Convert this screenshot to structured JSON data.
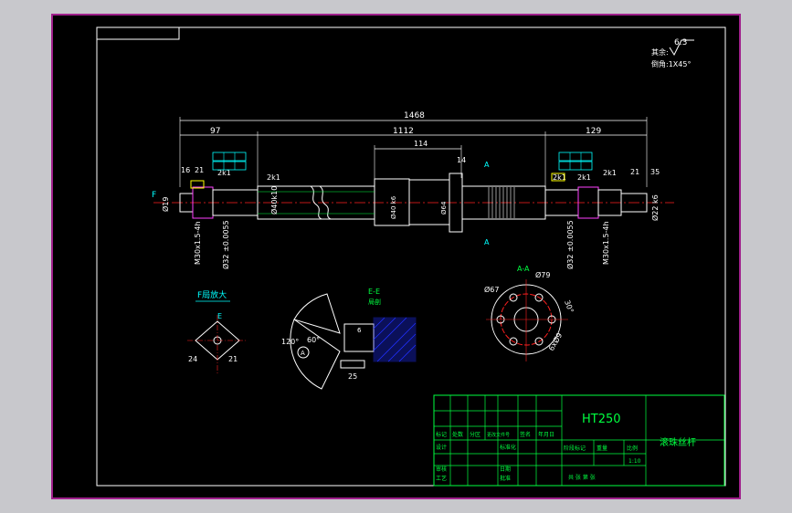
{
  "colors": {
    "background": "#000000",
    "frame": "#a0208c",
    "outline": "#ffffff",
    "dimension": "#ffffff",
    "centerline": "#ff2020",
    "hatch": "#2030ff",
    "section": "#00ff40",
    "table": "#00ff40",
    "label": "#00ffff",
    "highlight_box": "#ffff00",
    "pink": "#ff40ff"
  },
  "roughness": {
    "value": "6.3",
    "prefix": "其余:",
    "chamfer": "倒角:1X45°"
  },
  "dimensions": {
    "overall": "1468",
    "left_end": "97",
    "middle": "1112",
    "right_end": "129",
    "nut_pos": "114",
    "nut_w": "14",
    "d16": "16",
    "d21": "21",
    "k1_a": "2k1",
    "k1_b": "2k1",
    "k1_c": "2k1",
    "k1_d": "2k1",
    "k1_e": "2k1",
    "r21": "21",
    "r35": "35",
    "phi19": "Ø19",
    "thread_left": "M30x1.5-4h",
    "phi32_left": "Ø32 ±0.0055",
    "phi40": "Ø40k10",
    "phi32_right": "Ø32 ±0.0055",
    "thread_right": "M30x1.5-4h",
    "phi22": "Ø22 k6",
    "phi_mid": "Ø40 k6",
    "phi_nut": "Ø64"
  },
  "views": {
    "enlarge_title": "F局放大",
    "enlarge_e": "E",
    "enlarge_24": "24",
    "enlarge_21": "21",
    "ee_title": "E-E",
    "ee_sub": "局剖",
    "ee_angle1": "120°",
    "ee_angle2": "60°",
    "ee_a": "A",
    "ee_25": "25",
    "ee_6": "6",
    "aa_title": "A-A",
    "aa_d79": "Ø79",
    "aa_d67": "Ø67",
    "aa_30": "30°",
    "aa_6x": "6xØ9"
  },
  "section_marks": {
    "a_top": "A",
    "a_bottom": "A",
    "f": "F"
  },
  "title_block": {
    "material": "HT250",
    "part_name": "滚珠丝杆",
    "row1": [
      "标记",
      "处数",
      "分区",
      "更改文件号",
      "签名",
      "年月日"
    ],
    "designer": "设计",
    "standard": "标准化",
    "review": "审核",
    "process": "工艺",
    "stage": "阶段标记",
    "weight": "重量",
    "scale_label": "比例",
    "scale": "1:10",
    "sheets": "共  张  第  张",
    "date": "日期",
    "approve": "批准"
  }
}
